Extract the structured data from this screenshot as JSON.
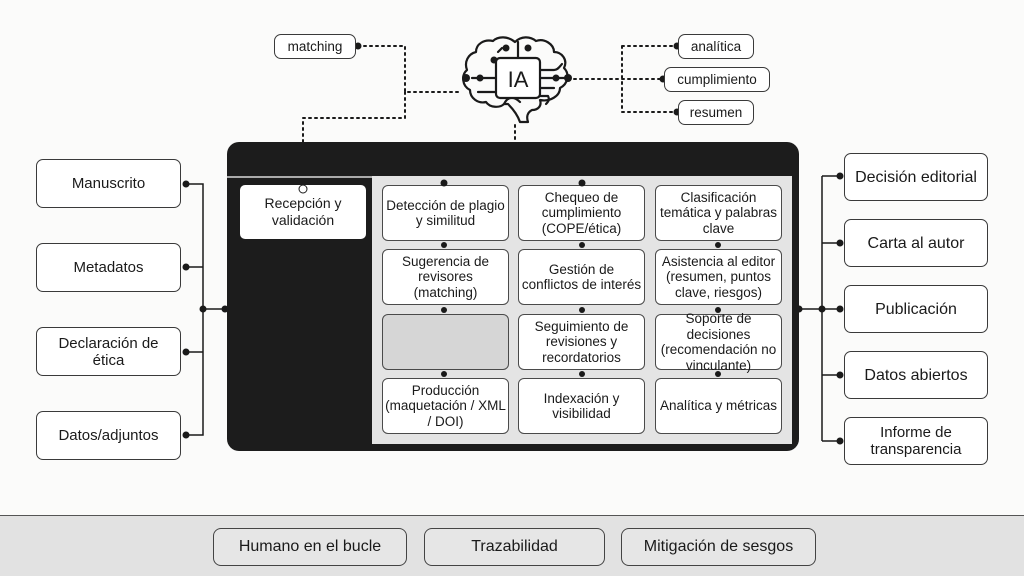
{
  "ai_hub": {
    "label": "IA",
    "icon": "brain-circuit-icon",
    "left_tags": [
      "matching"
    ],
    "right_tags": [
      "analítica",
      "cumplimiento",
      "resumen"
    ]
  },
  "inputs": [
    "Manuscrito",
    "Metadatos",
    "Declaración de ética",
    "Datos/adjuntos"
  ],
  "intake": {
    "label": "Recepción y validación"
  },
  "modules": [
    [
      "Detección de plagio y similitud",
      "Chequeo de cumplimiento (COPE/ética)",
      "Clasificación temática y palabras clave"
    ],
    [
      "Sugerencia de revisores (matching)",
      "Gestión de conflictos de interés",
      "Asistencia al editor (resumen, puntos clave, riesgos)"
    ],
    [
      "",
      "Seguimiento de revisiones y recordatorios",
      "Soporte de decisiones (recomendación no vinculante)"
    ],
    [
      "Producción (maquetación / XML / DOI)",
      "Indexación y visibilidad",
      "Analítica y métricas"
    ]
  ],
  "outputs": [
    "Decisión editorial",
    "Carta al autor",
    "Publicación",
    "Datos abiertos",
    "Informe de transparencia"
  ],
  "principles": [
    "Humano en el bucle",
    "Trazabilidad",
    "Mitigación de sesgos"
  ]
}
